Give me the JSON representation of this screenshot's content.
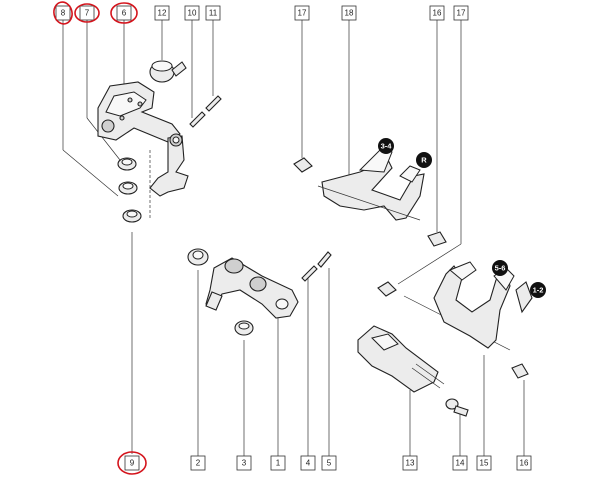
{
  "labels": {
    "l1": "1",
    "l2": "2",
    "l3": "3",
    "l4": "4",
    "l5": "5",
    "l6": "6",
    "l7": "7",
    "l8": "8",
    "l9": "9",
    "l10": "10",
    "l11": "11",
    "l12": "12",
    "l13": "13",
    "l14": "14",
    "l15": "15",
    "l16a": "16",
    "l16b": "16",
    "l17a": "17",
    "l17b": "17",
    "l18": "18"
  },
  "badges": {
    "b34": "3-4",
    "bR": "R",
    "b56": "5-6",
    "b12": "1-2"
  },
  "highlight_color": "#d4141c"
}
